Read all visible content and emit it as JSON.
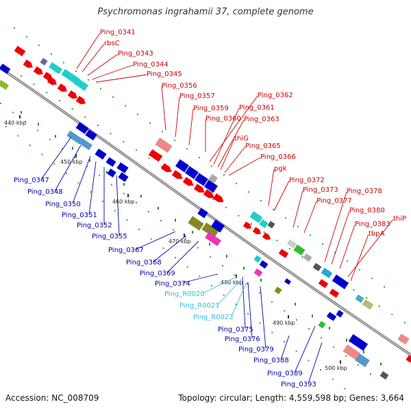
{
  "title": "Psychromonas ingrahamii 37, complete genome",
  "footer": {
    "accession": "Accession: NC_008709",
    "summary": "Topology: circular; Length: 4,559,598 bp; Genes: 3,664"
  },
  "colors": {
    "forward_label": "#cc0000",
    "reverse_label": "#0000aa",
    "rna_label": "#33bbdd",
    "backbone": "#888888",
    "tick": "#228822"
  },
  "ticks": [
    "440 kbp",
    "450 kbp",
    "460 kbp",
    "470 kbp",
    "480 kbp",
    "490 kbp",
    "500 kbp"
  ],
  "labels": {
    "forward": [
      "Ping_0341",
      "rbsC",
      "Ping_0343",
      "Ping_0344",
      "Ping_0345",
      "Ping_0356",
      "Ping_0357",
      "Ping_0359",
      "Ping_0360",
      "Ping_0362",
      "Ping_0361",
      "Ping_0363",
      "thiG",
      "Ping_0365",
      "Ping_0366",
      "pgk",
      "Ping_0372",
      "Ping_0373",
      "Ping_0377",
      "Ping_0378",
      "Ping_0380",
      "Ping_0383",
      "thiP",
      "tbpA"
    ],
    "reverse": [
      "Ping_0347",
      "Ping_0348",
      "Ping_0350",
      "Ping_0351",
      "Ping_0352",
      "Ping_0355",
      "Ping_0367",
      "Ping_0368",
      "Ping_0369",
      "Ping_0374",
      "Ping_0375",
      "Ping_0376",
      "Ping_0379",
      "Ping_0388",
      "Ping_0389",
      "Ping_0393"
    ],
    "rna": [
      "Ping_R0020",
      "Ping_R0021",
      "Ping_R0022"
    ]
  }
}
